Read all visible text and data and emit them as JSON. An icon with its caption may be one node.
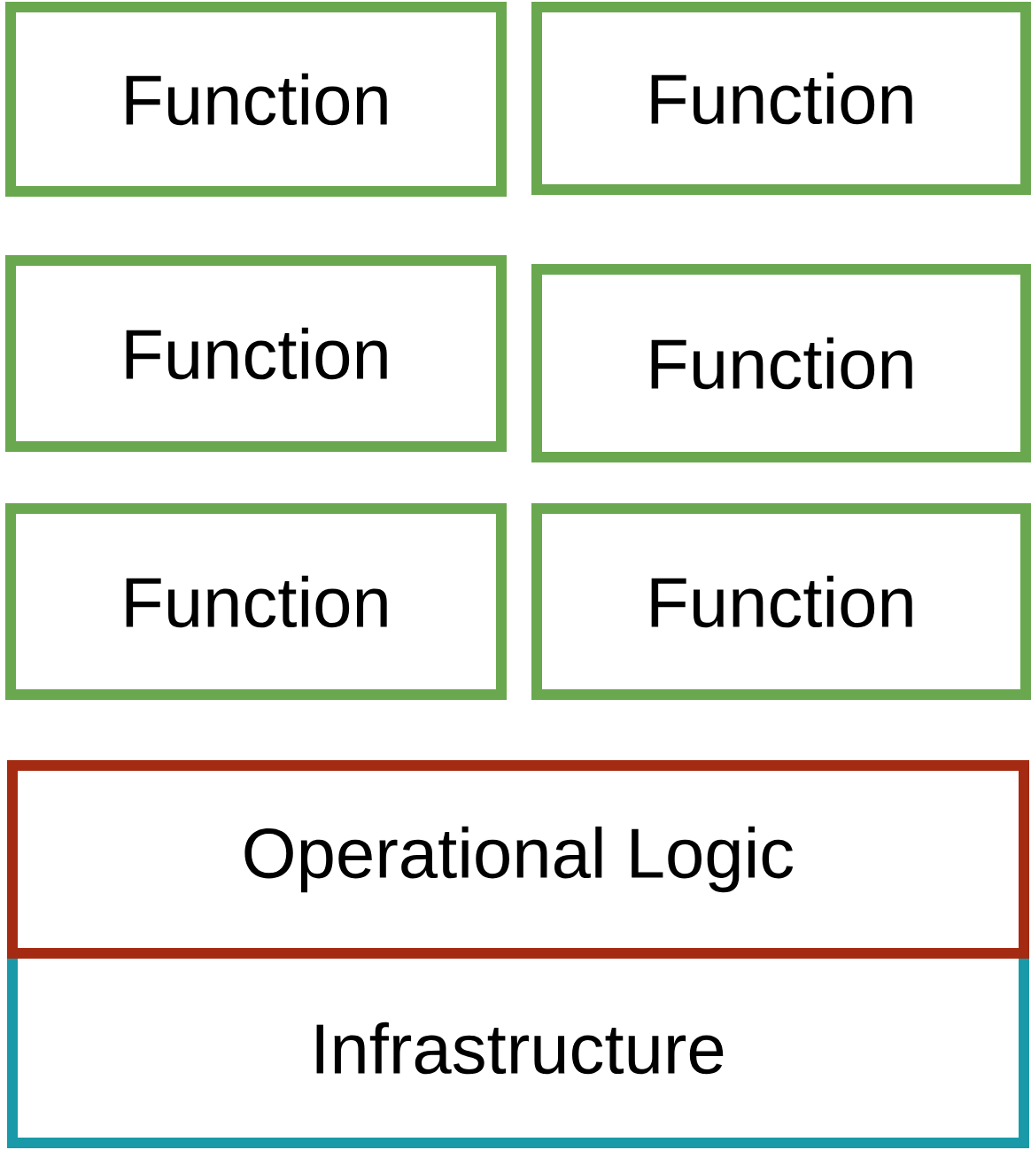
{
  "diagram": {
    "nodes": [
      {
        "text": [
          "Function"
        ]
      },
      {
        "text": [
          "Function"
        ]
      },
      {
        "text": [
          "Function"
        ]
      },
      {
        "text": [
          "Function"
        ]
      },
      {
        "text": [
          "Function"
        ]
      },
      {
        "text": [
          "Function"
        ]
      },
      {
        "text": [
          "Operational Logic"
        ]
      },
      {
        "text": [
          "Infrastructure"
        ]
      }
    ]
  }
}
